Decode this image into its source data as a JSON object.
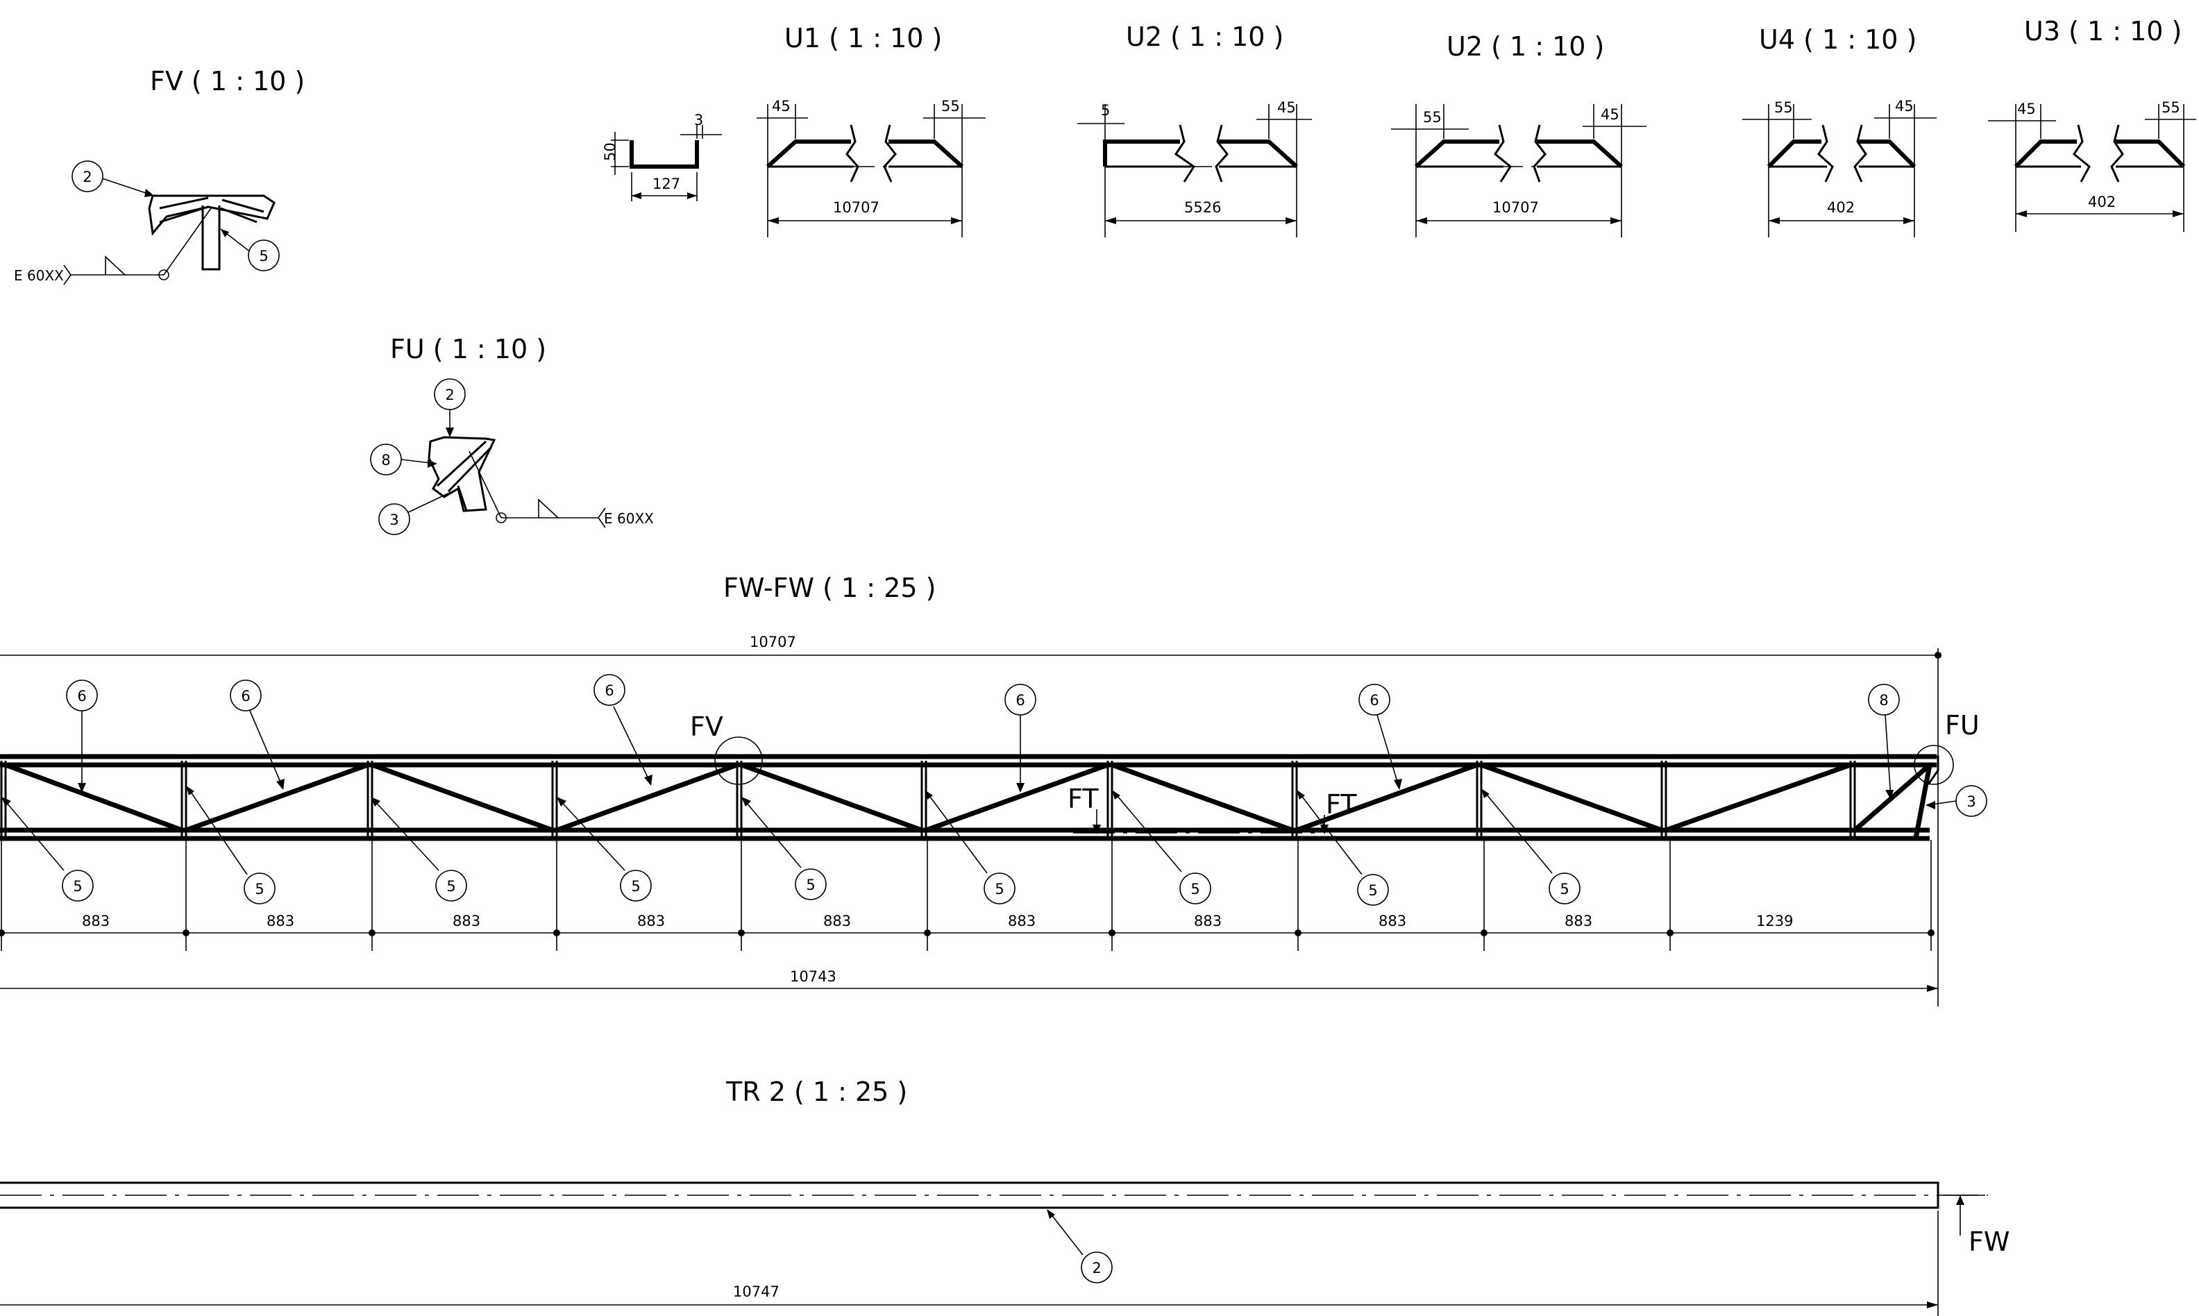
{
  "views": {
    "fv": {
      "title": "FV ( 1 : 10 )",
      "weld": "E 60XX",
      "items": [
        "2",
        "5"
      ]
    },
    "fu": {
      "title": "FU ( 1 : 10 )",
      "weld": "E 60XX",
      "items": [
        "2",
        "8",
        "3"
      ]
    },
    "u1": {
      "title": "U1 ( 1 : 10 )",
      "left": "45",
      "right": "55",
      "length": "10707"
    },
    "u2a": {
      "title": "U2 ( 1 : 10 )",
      "left": "5",
      "right": "45",
      "length": "5526"
    },
    "u2b": {
      "title": "U2 ( 1 : 10 )",
      "left": "55",
      "right": "45",
      "length": "10707"
    },
    "u4": {
      "title": "U4 ( 1 : 10 )",
      "left": "55",
      "right": "45",
      "length": "402"
    },
    "u3": {
      "title": "U3 ( 1 : 10 )",
      "left": "45",
      "right": "55",
      "length": "402"
    },
    "channel": {
      "height": "50",
      "lip": "3",
      "width": "127"
    },
    "fwfw": {
      "title": "FW-FW ( 1 : 25 )",
      "overall_top": "10707",
      "overall_bottom": "10743",
      "spacings": [
        "883",
        "883",
        "883",
        "883",
        "883",
        "883",
        "883",
        "883",
        "883",
        "1239"
      ],
      "top_bubbles": [
        "6",
        "6",
        "6",
        "6",
        "6",
        "8"
      ],
      "bottom_bubbles": [
        "5",
        "5",
        "5",
        "5",
        "5",
        "5",
        "5",
        "5",
        "5"
      ],
      "end_bubble": "3",
      "labels": {
        "fv": "FV",
        "fu": "FU",
        "ft1": "FT",
        "ft2": "FT"
      }
    },
    "tr2": {
      "title": "TR 2 ( 1 : 25 )",
      "length": "10747",
      "bubble": "2",
      "section": "FW"
    }
  }
}
